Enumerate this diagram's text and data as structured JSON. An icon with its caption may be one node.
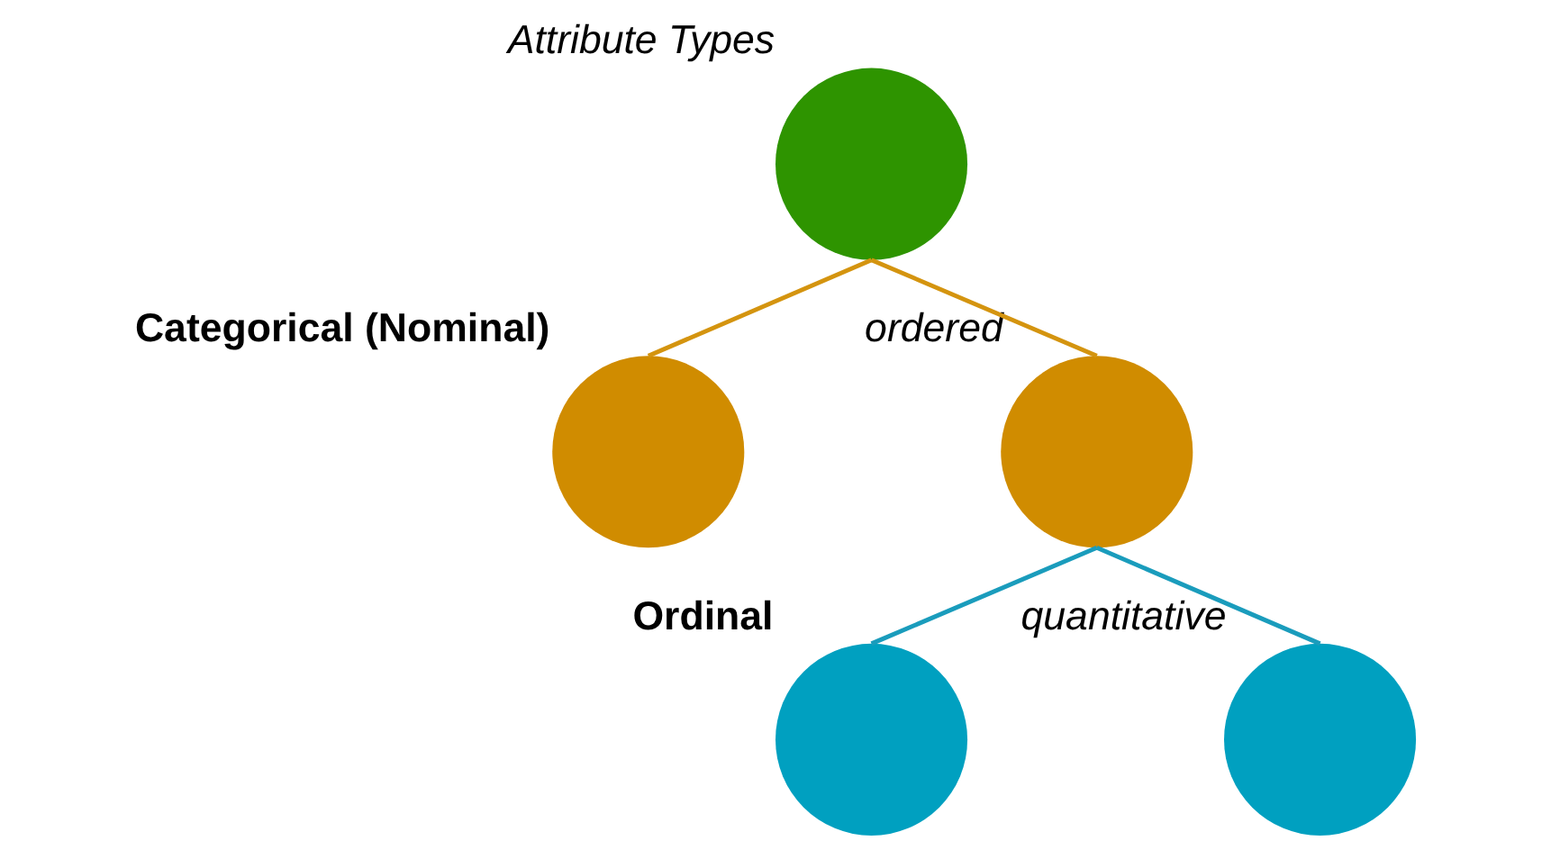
{
  "diagram": {
    "nodes": [
      {
        "text": [
          "Attribute Types"
        ]
      },
      {
        "text": [
          "Categorical (Nominal)"
        ]
      },
      {
        "text": [
          "ordered"
        ]
      },
      {
        "text": [
          "Ordinal"
        ]
      },
      {
        "text": [
          "quantitative"
        ]
      }
    ],
    "edges": [
      {
        "from": 0,
        "to": 1,
        "arrow": "none",
        "color": "#d4940f"
      },
      {
        "from": 0,
        "to": 2,
        "arrow": "none",
        "color": "#d4940f"
      },
      {
        "from": 2,
        "to": 3,
        "arrow": "none",
        "color": "#1a9cbc"
      },
      {
        "from": 2,
        "to": 4,
        "arrow": "none",
        "color": "#1a9cbc"
      }
    ]
  }
}
